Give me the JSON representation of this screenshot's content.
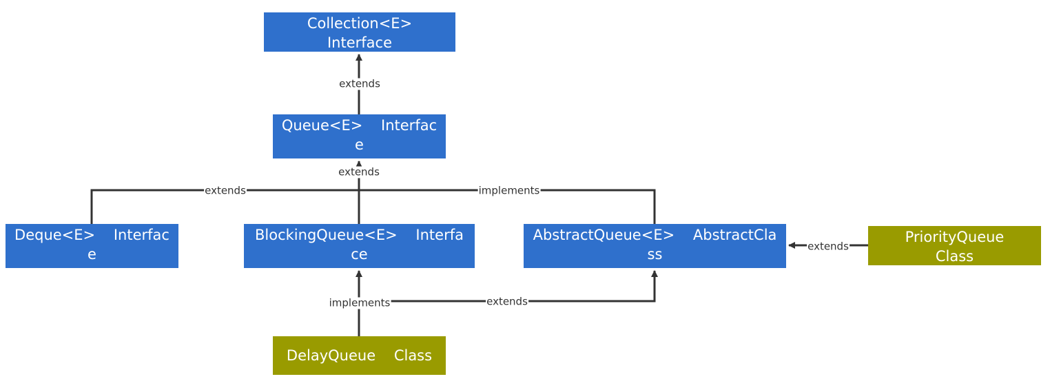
{
  "nodes": {
    "collection": "Collection<E>\nInterface",
    "queue": "Queue<E>    Interface",
    "deque": "Deque<E>    Interface",
    "blocking_queue": "BlockingQueue<E>    Interface",
    "abstract_queue": "AbstractQueue<E>    AbstractClass",
    "priority_queue": "PriorityQueue\nClass",
    "delay_queue": "DelayQueue    Class"
  },
  "edges": {
    "queue_to_collection": "extends",
    "blocking_to_queue": "extends",
    "deque_to_queue": "extends",
    "abstract_to_queue": "implements",
    "priority_to_abstract": "extends",
    "delay_to_blocking": "implements",
    "delay_to_abstract": "extends"
  },
  "colors": {
    "interface_fill": "#2f70cc",
    "class_fill": "#999b00",
    "connector": "#333333"
  }
}
